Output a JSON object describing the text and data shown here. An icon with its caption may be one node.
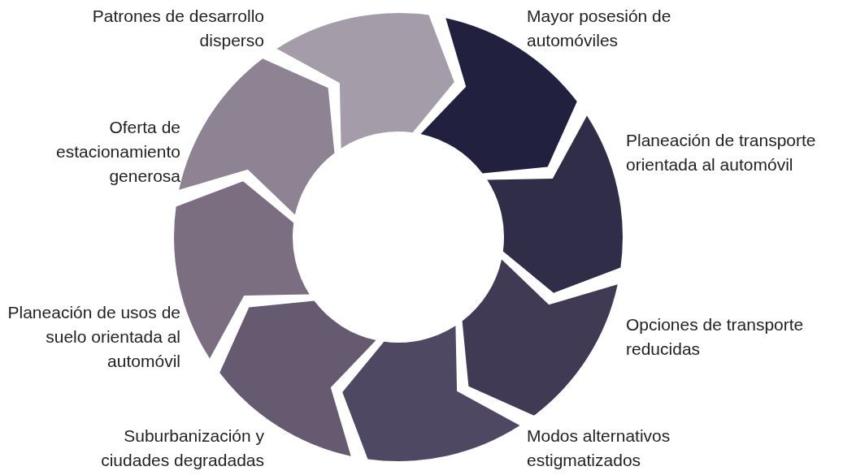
{
  "diagram": {
    "nodes": [
      {
        "text": [],
        "shape": "arrow",
        "beside": [
          "Patrones de desarrollo disperso"
        ]
      },
      {
        "text": [],
        "shape": "arrow",
        "beside": [
          "Mayor posesión de automóviles"
        ]
      },
      {
        "text": [],
        "shape": "arrow",
        "beside": [
          "Planeación de transporte orientada al automóvil"
        ]
      },
      {
        "text": [],
        "shape": "arrow",
        "beside": [
          "Oferta de estacionamiento generosa"
        ]
      },
      {
        "text": [],
        "shape": "arrow",
        "beside": [
          "Opciones de transporte reducidas"
        ]
      },
      {
        "text": [],
        "shape": "arrow",
        "beside": [
          "Planeación de usos de suelo orientada al automóvil"
        ]
      },
      {
        "text": [],
        "shape": "arrow",
        "beside": [
          "Suburbanización y ciudades degradadas"
        ]
      },
      {
        "text": [],
        "shape": "arrow",
        "beside": [
          "Modos alternativos estigmatizados"
        ]
      }
    ]
  }
}
